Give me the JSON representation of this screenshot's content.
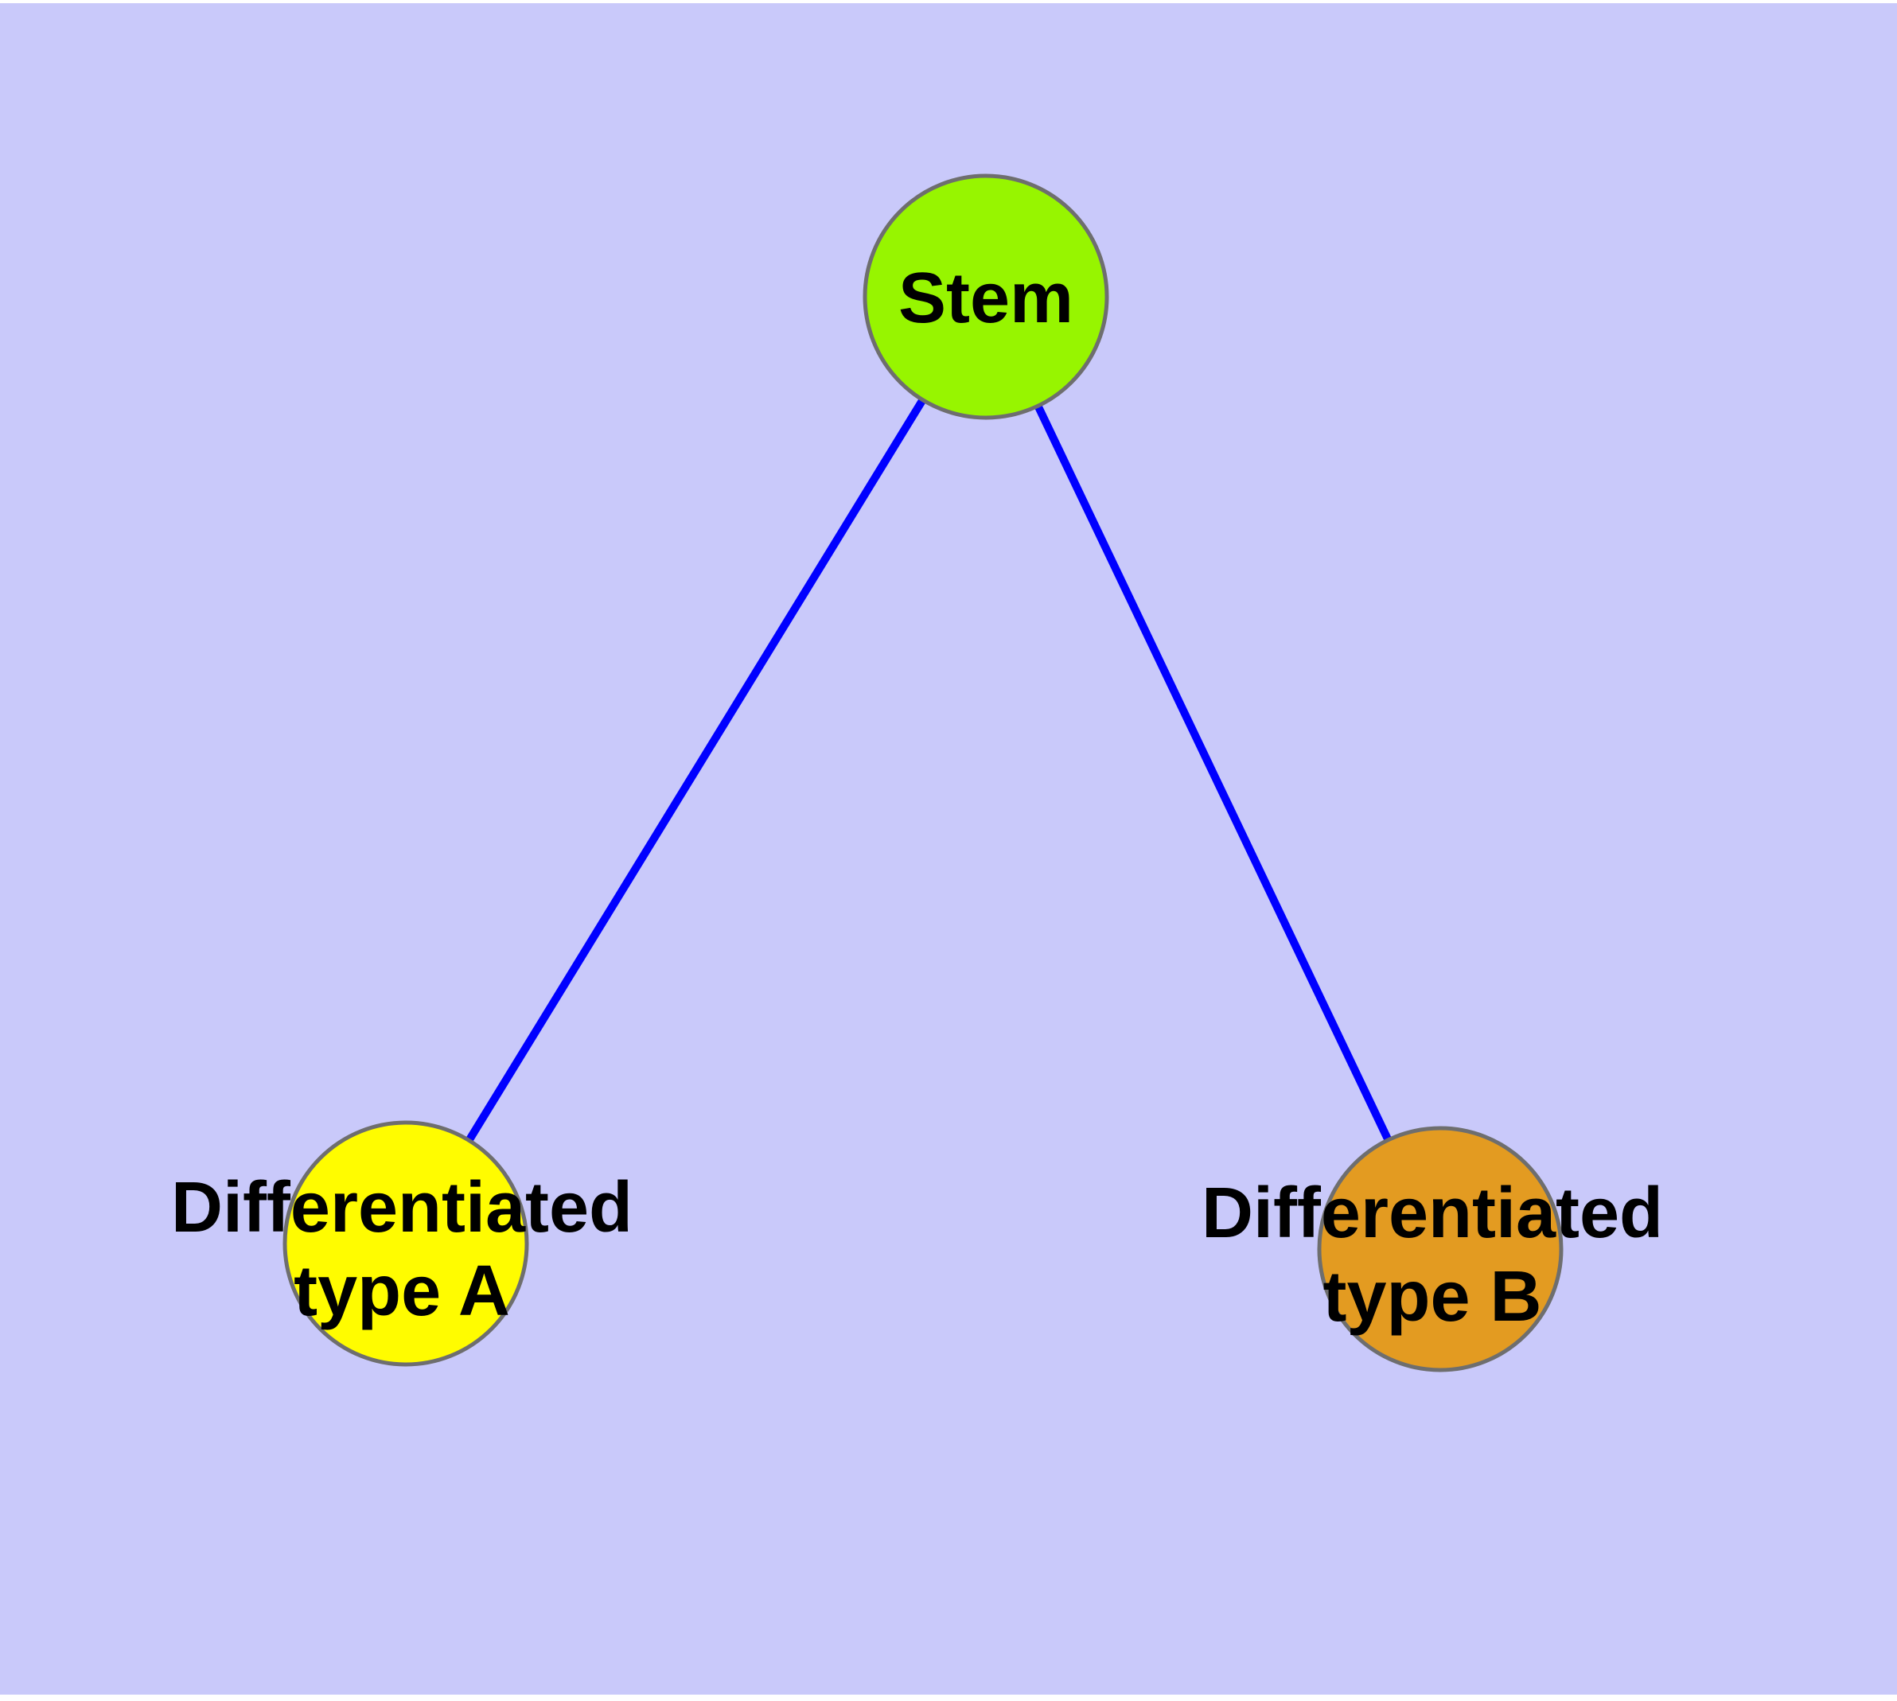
{
  "diagram": {
    "type": "node-link-graph",
    "background_color": "#C9C9FA",
    "margin_color": "#FFFFFF",
    "node_border_color": "#6E6E6E",
    "edge_color": "#0000FF",
    "label_color": "#000000",
    "nodes": [
      {
        "id": "stem",
        "label": "Stem",
        "line1": "Stem",
        "line2": "",
        "color": "#97F500"
      },
      {
        "id": "differentiated-type-a",
        "label": "Differentiated type A",
        "line1": "Differentiated",
        "line2": "type A",
        "color": "#FFFC00"
      },
      {
        "id": "differentiated-type-b",
        "label": "Differentiated type B",
        "line1": "Differentiated",
        "line2": "type B",
        "color": "#E39B21"
      }
    ],
    "edges": [
      {
        "from": "Stem",
        "to": "Differentiated type A"
      },
      {
        "from": "Stem",
        "to": "Differentiated type B"
      }
    ]
  }
}
